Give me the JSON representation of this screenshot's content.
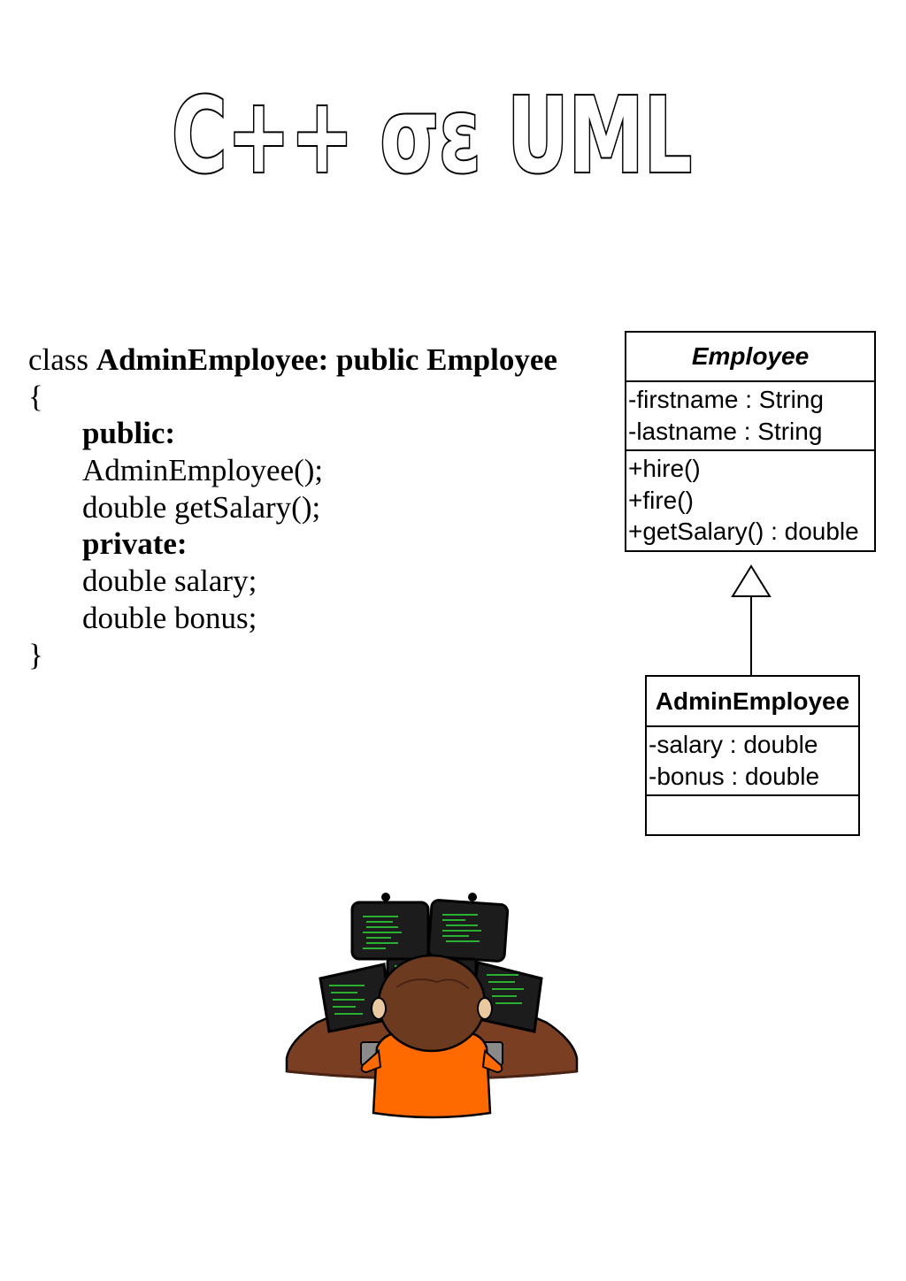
{
  "title": "C++ σε UML",
  "code": {
    "line1_keyword": "class ",
    "line1_decl": "AdminEmployee: public Employee",
    "open_brace": "{",
    "public_label": "public:",
    "ctor": "AdminEmployee();",
    "method": "double getSalary();",
    "private_label": "private:",
    "field1": "double salary;",
    "field2": "double bonus;",
    "close_brace": "}"
  },
  "uml": {
    "employee": {
      "name": "Employee",
      "attributes": [
        "-firstname : String",
        "-lastname : String"
      ],
      "operations": [
        "+hire()",
        "+fire()",
        "+getSalary() : double"
      ]
    },
    "admin_employee": {
      "name": "AdminEmployee",
      "attributes": [
        "-salary : double",
        "-bonus : double"
      ],
      "operations": []
    },
    "relationship": "generalization"
  },
  "illustration": {
    "icon": "programmer-at-monitors-icon",
    "colors": {
      "shirt": "#ff6a00",
      "hair": "#6b3a1f",
      "desk": "#7a3e22",
      "screen": "#1c1c1c",
      "code_text": "#2ee03b"
    }
  }
}
